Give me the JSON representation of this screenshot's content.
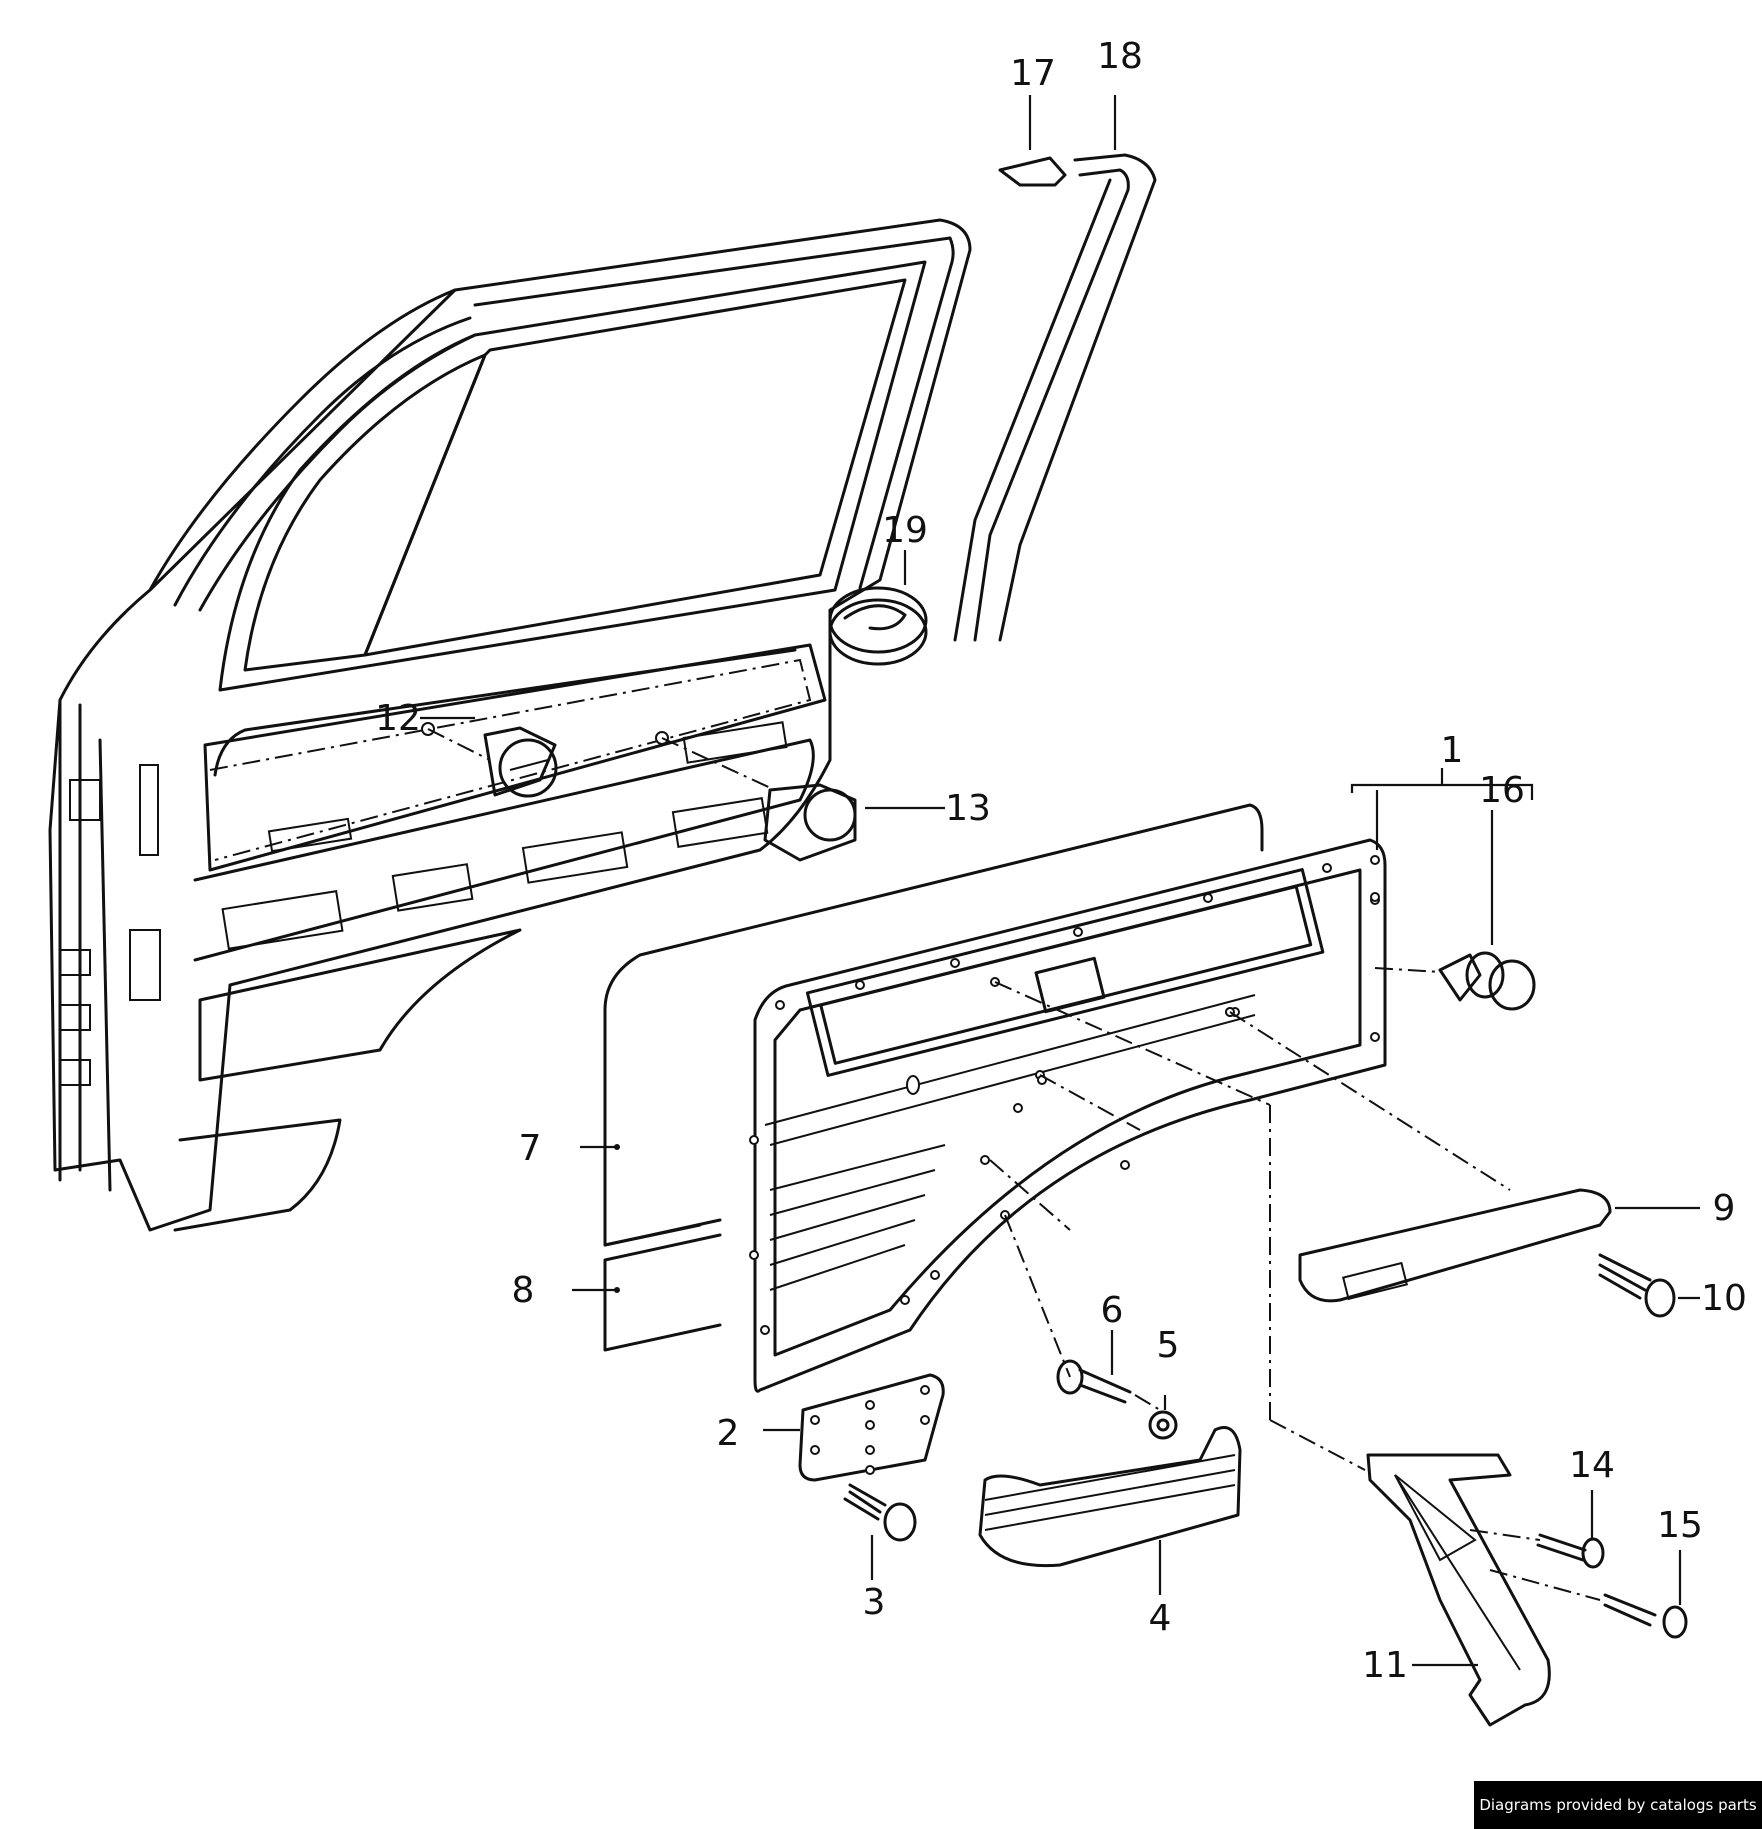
{
  "callouts": [
    "1",
    "2",
    "3",
    "4",
    "5",
    "6",
    "7",
    "8",
    "9",
    "10",
    "11",
    "12",
    "13",
    "14",
    "15",
    "16",
    "17",
    "18",
    "19"
  ],
  "credit": "Diagrams provided by catalogs parts"
}
